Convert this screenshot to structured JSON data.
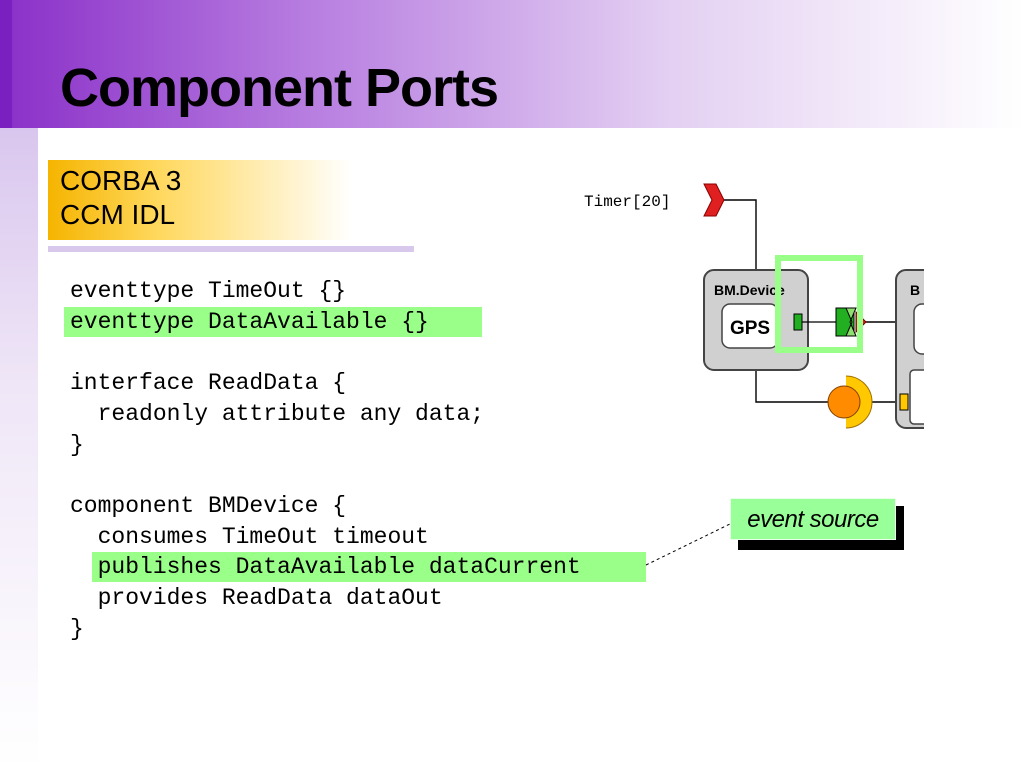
{
  "slide": {
    "title": "Component Ports",
    "label_lines": [
      "CORBA 3",
      "CCM IDL"
    ]
  },
  "code": {
    "lines": [
      "eventtype TimeOut {}",
      "eventtype DataAvailable {}",
      "",
      "interface ReadData {",
      "  readonly attribute any data;",
      "}",
      "",
      "component BMDevice {",
      "  consumes TimeOut timeout",
      "  publishes DataAvailable dataCurrent",
      "  provides ReadData dataOut",
      "}"
    ],
    "highlighted_lines": [
      1,
      9
    ]
  },
  "diagram": {
    "timer_label": "Timer[20]",
    "component_label": "BM.Device",
    "inner_label": "GPS",
    "partial_component_letter": "B",
    "colors": {
      "event_sink": "#e02020",
      "event_source": "#22b022",
      "facet": "#ff8c00",
      "receptacle": "#ffc800",
      "highlight_frame": "#99ff88",
      "component_fill": "#d0d0d0"
    }
  },
  "callout": {
    "text": "event source"
  },
  "colors": {
    "code_highlight": "#99ff88",
    "title_bar_start": "#8a2fc8",
    "label_box_start": "#f5b400"
  }
}
